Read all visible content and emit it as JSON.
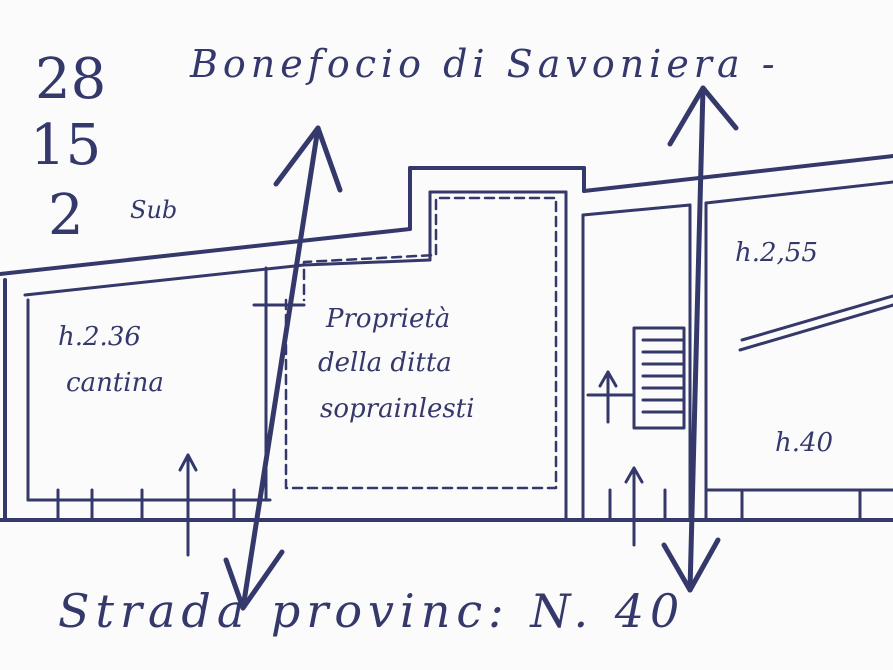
{
  "sheet": {
    "number_1": "28",
    "number_2": "15",
    "number_3": "2",
    "sub_label": "Sub"
  },
  "labels": {
    "top_road": "Bonefocio di Savoniera -",
    "bottom_road": "Strada provinc: N. 40",
    "left_height": "h.2.36",
    "left_room": "cantina",
    "property_line_1": "Proprietà",
    "property_line_2": "della ditta",
    "property_line_3": "soprainlesti",
    "right_height": "h.2,55",
    "right_lower_height": "h.40"
  },
  "colors": {
    "ink": "#34386a",
    "paper": "#fbfbfb"
  }
}
